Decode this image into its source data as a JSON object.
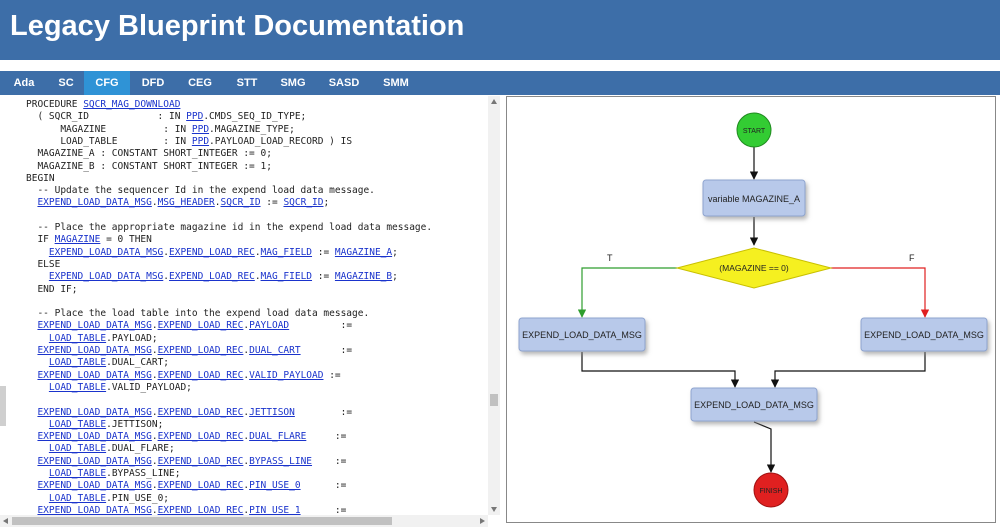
{
  "header": {
    "title": "Legacy Blueprint Documentation"
  },
  "tabs": [
    {
      "label": "Ada"
    },
    {
      "label": "SC"
    },
    {
      "label": "CFG"
    },
    {
      "label": "DFD"
    },
    {
      "label": "CEG"
    },
    {
      "label": "STT"
    },
    {
      "label": "SMG"
    },
    {
      "label": "SASD"
    },
    {
      "label": "SMM"
    }
  ],
  "active_tab": "CFG",
  "colors": {
    "header": "#3d6ea8",
    "active_tab": "#2f93d6",
    "start": "#33cc33",
    "finish": "#e02020",
    "decision": "#f5f020",
    "node": "#b8c9ea",
    "true_edge": "#2e9e2e",
    "false_edge": "#e02020"
  },
  "code_lines": [
    [
      {
        "t": "PROCEDURE "
      },
      {
        "t": "SQCR_MAG_DOWNLOAD",
        "link": true
      }
    ],
    [
      {
        "t": "  ( SQCR_ID            : IN "
      },
      {
        "t": "PPD",
        "link": true
      },
      {
        "t": ".CMDS_SEQ_ID_TYPE;"
      }
    ],
    [
      {
        "t": "      MAGAZINE          : IN "
      },
      {
        "t": "PPD",
        "link": true
      },
      {
        "t": ".MAGAZINE_TYPE;"
      }
    ],
    [
      {
        "t": "      LOAD_TABLE        : IN "
      },
      {
        "t": "PPD",
        "link": true
      },
      {
        "t": ".PAYLOAD_LOAD_RECORD ) IS"
      }
    ],
    [
      {
        "t": "  MAGAZINE_A : CONSTANT SHORT_INTEGER := 0;"
      }
    ],
    [
      {
        "t": "  MAGAZINE_B : CONSTANT SHORT_INTEGER := 1;"
      }
    ],
    [
      {
        "t": "BEGIN"
      }
    ],
    [
      {
        "t": "  -- Update the sequencer Id in the expend load data message."
      }
    ],
    [
      {
        "t": "  "
      },
      {
        "t": "EXPEND_LOAD_DATA_MSG",
        "link": true
      },
      {
        "t": "."
      },
      {
        "t": "MSG_HEADER",
        "link": true
      },
      {
        "t": "."
      },
      {
        "t": "SQCR_ID",
        "link": true
      },
      {
        "t": " := "
      },
      {
        "t": "SQCR_ID",
        "link": true
      },
      {
        "t": ";"
      }
    ],
    [
      {
        "t": ""
      }
    ],
    [
      {
        "t": "  -- Place the appropriate magazine id in the expend load data message."
      }
    ],
    [
      {
        "t": "  IF "
      },
      {
        "t": "MAGAZINE",
        "link": true
      },
      {
        "t": " = 0 THEN"
      }
    ],
    [
      {
        "t": "    "
      },
      {
        "t": "EXPEND_LOAD_DATA_MSG",
        "link": true
      },
      {
        "t": "."
      },
      {
        "t": "EXPEND_LOAD_REC",
        "link": true
      },
      {
        "t": "."
      },
      {
        "t": "MAG_FIELD",
        "link": true
      },
      {
        "t": " := "
      },
      {
        "t": "MAGAZINE_A",
        "link": true
      },
      {
        "t": ";"
      }
    ],
    [
      {
        "t": "  ELSE"
      }
    ],
    [
      {
        "t": "    "
      },
      {
        "t": "EXPEND_LOAD_DATA_MSG",
        "link": true
      },
      {
        "t": "."
      },
      {
        "t": "EXPEND_LOAD_REC",
        "link": true
      },
      {
        "t": "."
      },
      {
        "t": "MAG_FIELD",
        "link": true
      },
      {
        "t": " := "
      },
      {
        "t": "MAGAZINE_B",
        "link": true
      },
      {
        "t": ";"
      }
    ],
    [
      {
        "t": "  END IF;"
      }
    ],
    [
      {
        "t": ""
      }
    ],
    [
      {
        "t": "  -- Place the load table into the expend load data message."
      }
    ],
    [
      {
        "t": "  "
      },
      {
        "t": "EXPEND_LOAD_DATA_MSG",
        "link": true
      },
      {
        "t": "."
      },
      {
        "t": "EXPEND_LOAD_REC",
        "link": true
      },
      {
        "t": "."
      },
      {
        "t": "PAYLOAD",
        "link": true
      },
      {
        "t": "         :="
      }
    ],
    [
      {
        "t": "    "
      },
      {
        "t": "LOAD_TABLE",
        "link": true
      },
      {
        "t": ".PAYLOAD;"
      }
    ],
    [
      {
        "t": "  "
      },
      {
        "t": "EXPEND_LOAD_DATA_MSG",
        "link": true
      },
      {
        "t": "."
      },
      {
        "t": "EXPEND_LOAD_REC",
        "link": true
      },
      {
        "t": "."
      },
      {
        "t": "DUAL_CART",
        "link": true
      },
      {
        "t": "       :="
      }
    ],
    [
      {
        "t": "    "
      },
      {
        "t": "LOAD_TABLE",
        "link": true
      },
      {
        "t": ".DUAL_CART;"
      }
    ],
    [
      {
        "t": "  "
      },
      {
        "t": "EXPEND_LOAD_DATA_MSG",
        "link": true
      },
      {
        "t": "."
      },
      {
        "t": "EXPEND_LOAD_REC",
        "link": true
      },
      {
        "t": "."
      },
      {
        "t": "VALID_PAYLOAD",
        "link": true
      },
      {
        "t": " :="
      }
    ],
    [
      {
        "t": "    "
      },
      {
        "t": "LOAD_TABLE",
        "link": true
      },
      {
        "t": ".VALID_PAYLOAD;"
      }
    ],
    [
      {
        "t": ""
      }
    ],
    [
      {
        "t": "  "
      },
      {
        "t": "EXPEND_LOAD_DATA_MSG",
        "link": true
      },
      {
        "t": "."
      },
      {
        "t": "EXPEND_LOAD_REC",
        "link": true
      },
      {
        "t": "."
      },
      {
        "t": "JETTISON",
        "link": true
      },
      {
        "t": "        :="
      }
    ],
    [
      {
        "t": "    "
      },
      {
        "t": "LOAD_TABLE",
        "link": true
      },
      {
        "t": ".JETTISON;"
      }
    ],
    [
      {
        "t": "  "
      },
      {
        "t": "EXPEND_LOAD_DATA_MSG",
        "link": true
      },
      {
        "t": "."
      },
      {
        "t": "EXPEND_LOAD_REC",
        "link": true
      },
      {
        "t": "."
      },
      {
        "t": "DUAL_FLARE",
        "link": true
      },
      {
        "t": "     :="
      }
    ],
    [
      {
        "t": "    "
      },
      {
        "t": "LOAD_TABLE",
        "link": true
      },
      {
        "t": ".DUAL_FLARE;"
      }
    ],
    [
      {
        "t": "  "
      },
      {
        "t": "EXPEND_LOAD_DATA_MSG",
        "link": true
      },
      {
        "t": "."
      },
      {
        "t": "EXPEND_LOAD_REC",
        "link": true
      },
      {
        "t": "."
      },
      {
        "t": "BYPASS_LINE",
        "link": true
      },
      {
        "t": "    :="
      }
    ],
    [
      {
        "t": "    "
      },
      {
        "t": "LOAD_TABLE",
        "link": true
      },
      {
        "t": ".BYPASS_LINE;"
      }
    ],
    [
      {
        "t": "  "
      },
      {
        "t": "EXPEND_LOAD_DATA_MSG",
        "link": true
      },
      {
        "t": "."
      },
      {
        "t": "EXPEND_LOAD_REC",
        "link": true
      },
      {
        "t": "."
      },
      {
        "t": "PIN_USE_0",
        "link": true
      },
      {
        "t": "      :="
      }
    ],
    [
      {
        "t": "    "
      },
      {
        "t": "LOAD_TABLE",
        "link": true
      },
      {
        "t": ".PIN_USE_0;"
      }
    ],
    [
      {
        "t": "  "
      },
      {
        "t": "EXPEND_LOAD_DATA_MSG",
        "link": true
      },
      {
        "t": "."
      },
      {
        "t": "EXPEND_LOAD_REC",
        "link": true
      },
      {
        "t": "."
      },
      {
        "t": "PIN_USE_1",
        "link": true
      },
      {
        "t": "      :="
      }
    ]
  ],
  "diagram": {
    "nodes": {
      "start": "START",
      "assign": "variable MAGAZINE_A",
      "decision": "(MAGAZINE == 0)",
      "left": "EXPEND_LOAD_DATA_MSG",
      "right": "EXPEND_LOAD_DATA_MSG",
      "merge": "EXPEND_LOAD_DATA_MSG",
      "finish": "FINISH"
    },
    "edge_labels": {
      "true": "T",
      "false": "F"
    }
  }
}
